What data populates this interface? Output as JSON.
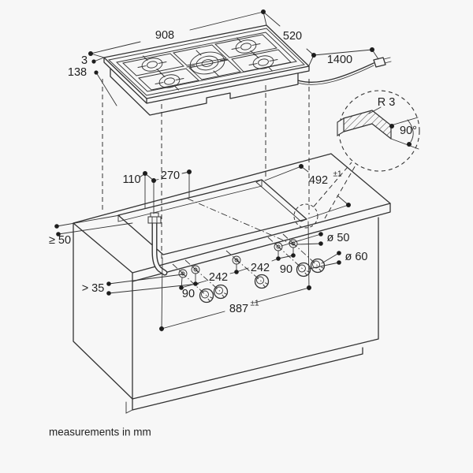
{
  "page": {
    "background_color": "#f7f7f7",
    "line_color": "#333333",
    "unit_note": "measurements in mm"
  },
  "labels": {
    "cooktop_width": "908",
    "cooktop_depth": "520",
    "panel_thickness": "3",
    "cooktop_height": "138",
    "cable_length": "1400",
    "corner_radius": "R 3",
    "corner_angle": "90°",
    "gas_offset_a": "110",
    "gas_offset_b": "270",
    "cutout_depth": "492",
    "cutout_depth_tol": "±1",
    "min_side_clearance": "≥ 50",
    "min_front_clearance": "> 35",
    "small_hole_dia": "ø 50",
    "knob_hole_dia": "ø 60",
    "knob_pitch_left": "242",
    "knob_pitch_right": "242",
    "hole_pitch_left": "90",
    "hole_pitch_right": "90",
    "cutout_width": "887",
    "cutout_width_tol": "±1"
  }
}
